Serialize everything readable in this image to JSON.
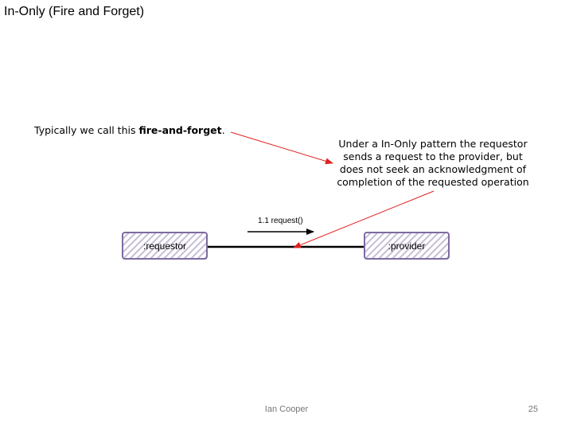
{
  "slide": {
    "title": "In-Only (Fire and Forget)",
    "footer_author": "Ian Cooper",
    "page_number": "25"
  },
  "note_left": {
    "prefix": "Typically we call this ",
    "emphasis": "fire-and-forget",
    "suffix": "."
  },
  "note_right": {
    "lines": [
      "Under a In-Only pattern the requestor",
      "sends a request to the provider, but",
      "does not seek an acknowledgment of",
      "completion of the requested operation"
    ]
  },
  "diagram": {
    "requestor_label": ":requestor",
    "provider_label": ":provider",
    "message_label": "1.1 request()",
    "colors": {
      "box_border": "#7d6ba0",
      "box_hatch": "#c9c2d8",
      "callout_arrow": "#e02020",
      "link_line": "#000000"
    }
  }
}
